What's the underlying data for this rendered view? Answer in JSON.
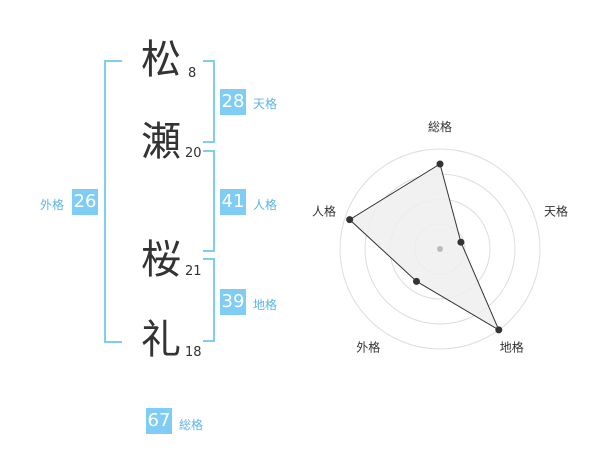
{
  "name": {
    "chars": [
      {
        "char": "松",
        "strokes": "8"
      },
      {
        "char": "瀬",
        "strokes": "20"
      },
      {
        "char": "桜",
        "strokes": "21"
      },
      {
        "char": "礼",
        "strokes": "18"
      }
    ]
  },
  "scores": {
    "tenkaku": {
      "label": "天格",
      "value": "28"
    },
    "jinkaku": {
      "label": "人格",
      "value": "41"
    },
    "chikaku": {
      "label": "地格",
      "value": "39"
    },
    "gaikaku": {
      "label": "外格",
      "value": "26"
    },
    "soukaku": {
      "label": "総格",
      "value": "67"
    }
  },
  "chart_data": {
    "type": "radar",
    "axes": [
      "総格",
      "天格",
      "地格",
      "外格",
      "人格"
    ],
    "values": [
      0.85,
      0.22,
      1.0,
      0.4,
      0.95
    ],
    "rings": 4,
    "colors": {
      "fill": "#efefef",
      "line": "#333333",
      "grid": "#dddddd",
      "center": "#bbbbbb"
    }
  }
}
